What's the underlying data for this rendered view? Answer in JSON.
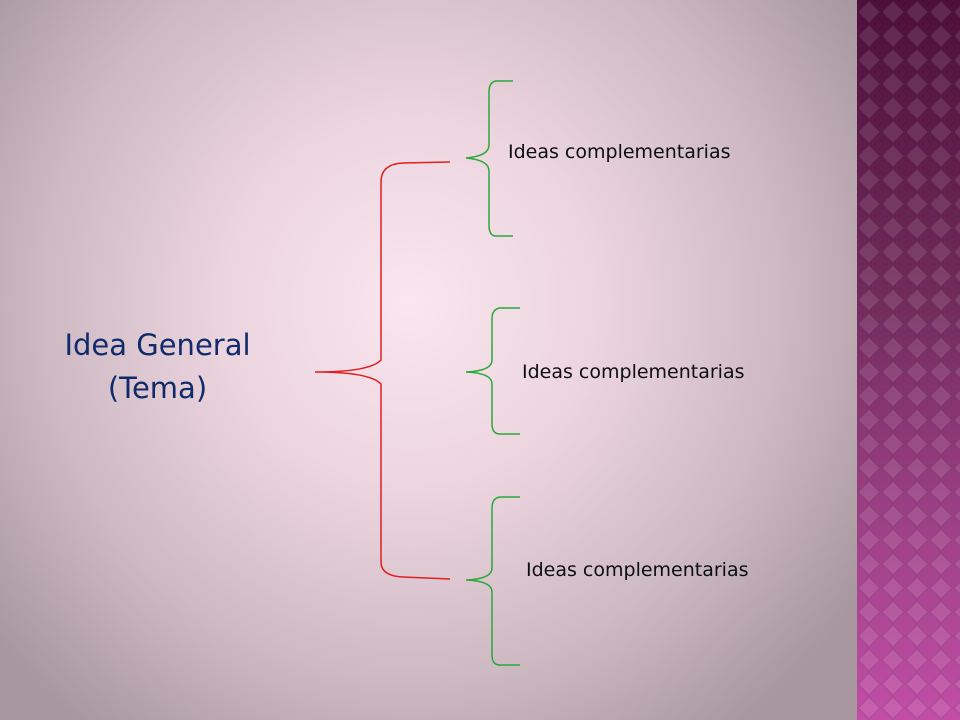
{
  "diagram": {
    "main_idea": {
      "line1": "Idea General",
      "line2": "(Tema)"
    },
    "sub_ideas": [
      {
        "label": "Ideas complementarias"
      },
      {
        "label": "Ideas complementarias"
      },
      {
        "label": "Ideas complementarias"
      }
    ]
  },
  "colors": {
    "main_bracket": "#e02020",
    "sub_brackets": "#2ca83a",
    "main_text": "#102a6b",
    "side_panel": "#8a3777"
  }
}
